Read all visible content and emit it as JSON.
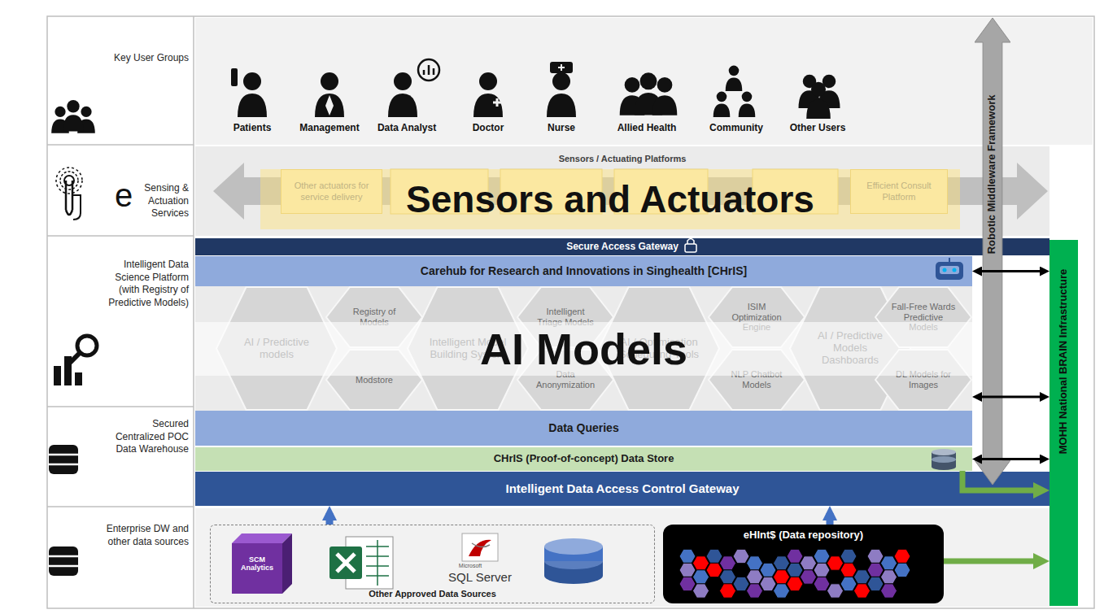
{
  "diagram": {
    "nodes": [
      {
        "text": [
          "Key User Groups"
        ]
      },
      {
        "text": [
          "Sensing & Actuation Services"
        ]
      },
      {
        "text": [
          "Intelligent Data Science Platform (with Registry of Predictive Models)"
        ]
      },
      {
        "text": [
          "Secured Centralized POC Data Warehouse"
        ]
      },
      {
        "text": [
          "Enterprise DW and other data sources"
        ]
      },
      {
        "text": [
          "Sensors / Actuating Platforms"
        ]
      },
      {
        "text": [
          "Other actuators for service delivery"
        ],
        "in": 5
      },
      {
        "text": [
          "Efficient Consult Platform"
        ],
        "in": 5
      },
      {
        "text": [
          "Secure Access Gateway"
        ]
      },
      {
        "text": [
          "Carehub for Research and Innovations in Singhealth [CHrIS]"
        ]
      },
      {
        "text": [
          "AI Models"
        ]
      },
      {
        "text": [
          "AI / Predictive models"
        ],
        "in": 10
      },
      {
        "text": [
          "Registry of Models"
        ],
        "in": 10
      },
      {
        "text": [
          "Modstore"
        ],
        "in": 10
      },
      {
        "text": [
          "Intelligent Model Building System"
        ],
        "in": 10
      },
      {
        "text": [
          "Intelligent Triage Models"
        ],
        "in": 10
      },
      {
        "text": [
          "Data Anonymization"
        ],
        "in": 10
      },
      {
        "text": [
          "AI / Optimisation Scheduling Tools"
        ],
        "in": 10
      },
      {
        "text": [
          "ISIM Optimization Engine"
        ],
        "in": 10
      },
      {
        "text": [
          "NLP Chatbot Models"
        ],
        "in": 10
      },
      {
        "text": [
          "AI / Predictive Models Dashboards"
        ],
        "in": 10
      },
      {
        "text": [
          "Fall-Free Wards Predictive Models"
        ],
        "in": 10
      },
      {
        "text": [
          "DL Models for Images"
        ],
        "in": 10
      },
      {
        "text": [
          "Data Queries"
        ]
      },
      {
        "text": [
          "CHrIS (Proof-of-concept) Data Store"
        ]
      },
      {
        "text": [
          "Intelligent Data Access Control Gateway"
        ]
      },
      {
        "text": [
          "Other Approved Data Sources"
        ]
      },
      {
        "text": [
          "eHInt$ (Data repository)"
        ]
      },
      {
        "text": [
          "Robotic Middleware Framework"
        ]
      },
      {
        "text": [
          "MOHH National BRAIN Infrastructure"
        ]
      }
    ],
    "edges": [
      {
        "from": 9,
        "to": 29,
        "arrow": "both"
      },
      {
        "from": 10,
        "to": 29,
        "arrow": "both"
      },
      {
        "from": 24,
        "to": 29,
        "arrow": "both"
      },
      {
        "from": 24,
        "to": 29,
        "arrow": "to"
      },
      {
        "from": 27,
        "to": 29,
        "arrow": "to"
      },
      {
        "from": 26,
        "to": 25,
        "arrow": "to"
      },
      {
        "from": 27,
        "to": 25,
        "arrow": "to"
      }
    ],
    "labels": [
      "Sensors and Actuators",
      "Patients",
      "Management",
      "Data Analyst",
      "Doctor",
      "Nurse",
      "Allied Health",
      "Community",
      "Other Users",
      "SCM Analytics",
      "Microsoft",
      "SQL Server",
      "e"
    ]
  }
}
